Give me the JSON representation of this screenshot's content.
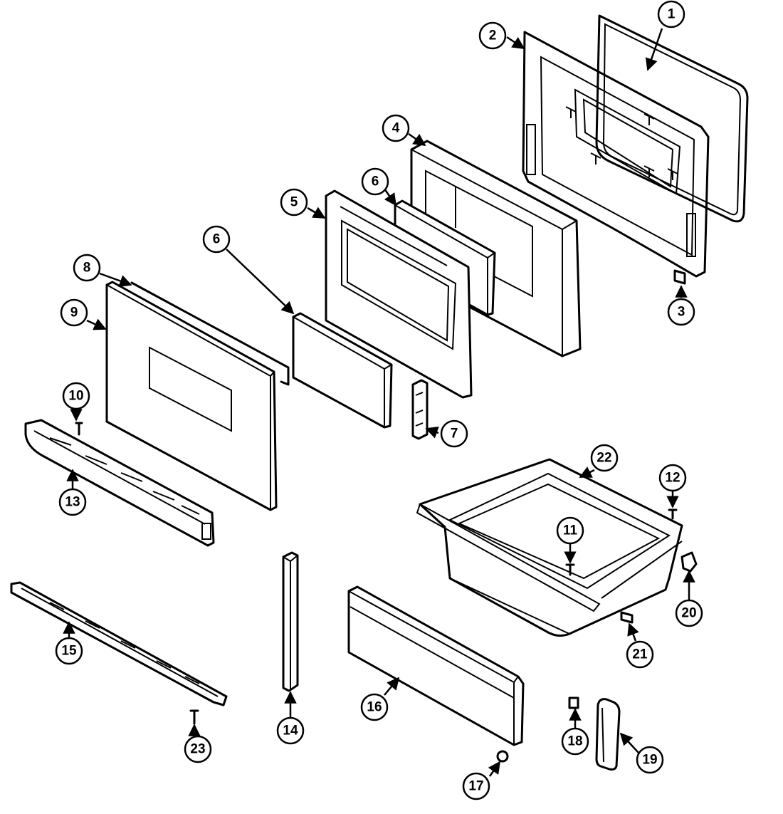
{
  "callouts": {
    "c1": "1",
    "c2": "2",
    "c3": "3",
    "c4": "4",
    "c5": "5",
    "c6a": "6",
    "c6b": "6",
    "c7": "7",
    "c8": "8",
    "c9": "9",
    "c10": "10",
    "c11": "11",
    "c12": "12",
    "c13": "13",
    "c14": "14",
    "c15": "15",
    "c16": "16",
    "c17": "17",
    "c18": "18",
    "c19": "19",
    "c20": "20",
    "c21": "21",
    "c22": "22",
    "c23": "23"
  }
}
